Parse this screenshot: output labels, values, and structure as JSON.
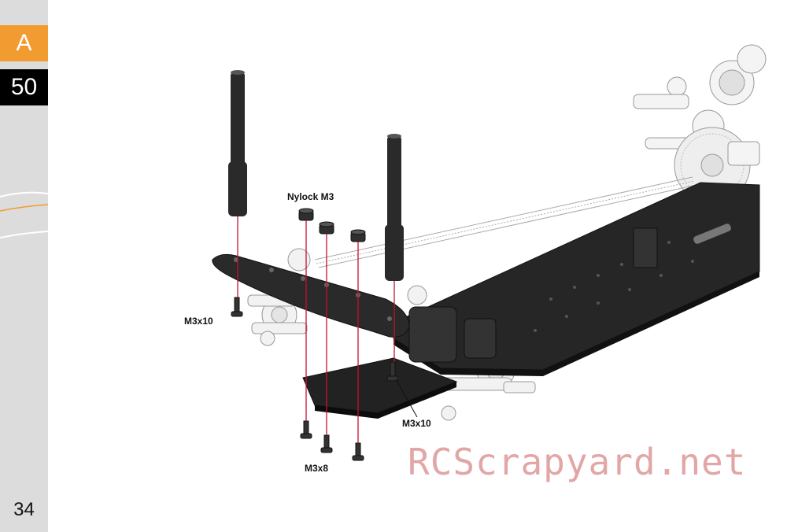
{
  "sidebar": {
    "section": "A",
    "step": "50",
    "page_number": "34",
    "section_color": "#f29b30",
    "step_color": "#000000",
    "background_color": "#dcdcdc"
  },
  "callouts": {
    "nylock": "Nylock M3",
    "m3x10_left": "M3x10",
    "m3x10_right": "M3x10",
    "m3x8": "M3x8"
  },
  "watermark": "RCScrapyard.net",
  "guide_line_color": "#c8102e"
}
